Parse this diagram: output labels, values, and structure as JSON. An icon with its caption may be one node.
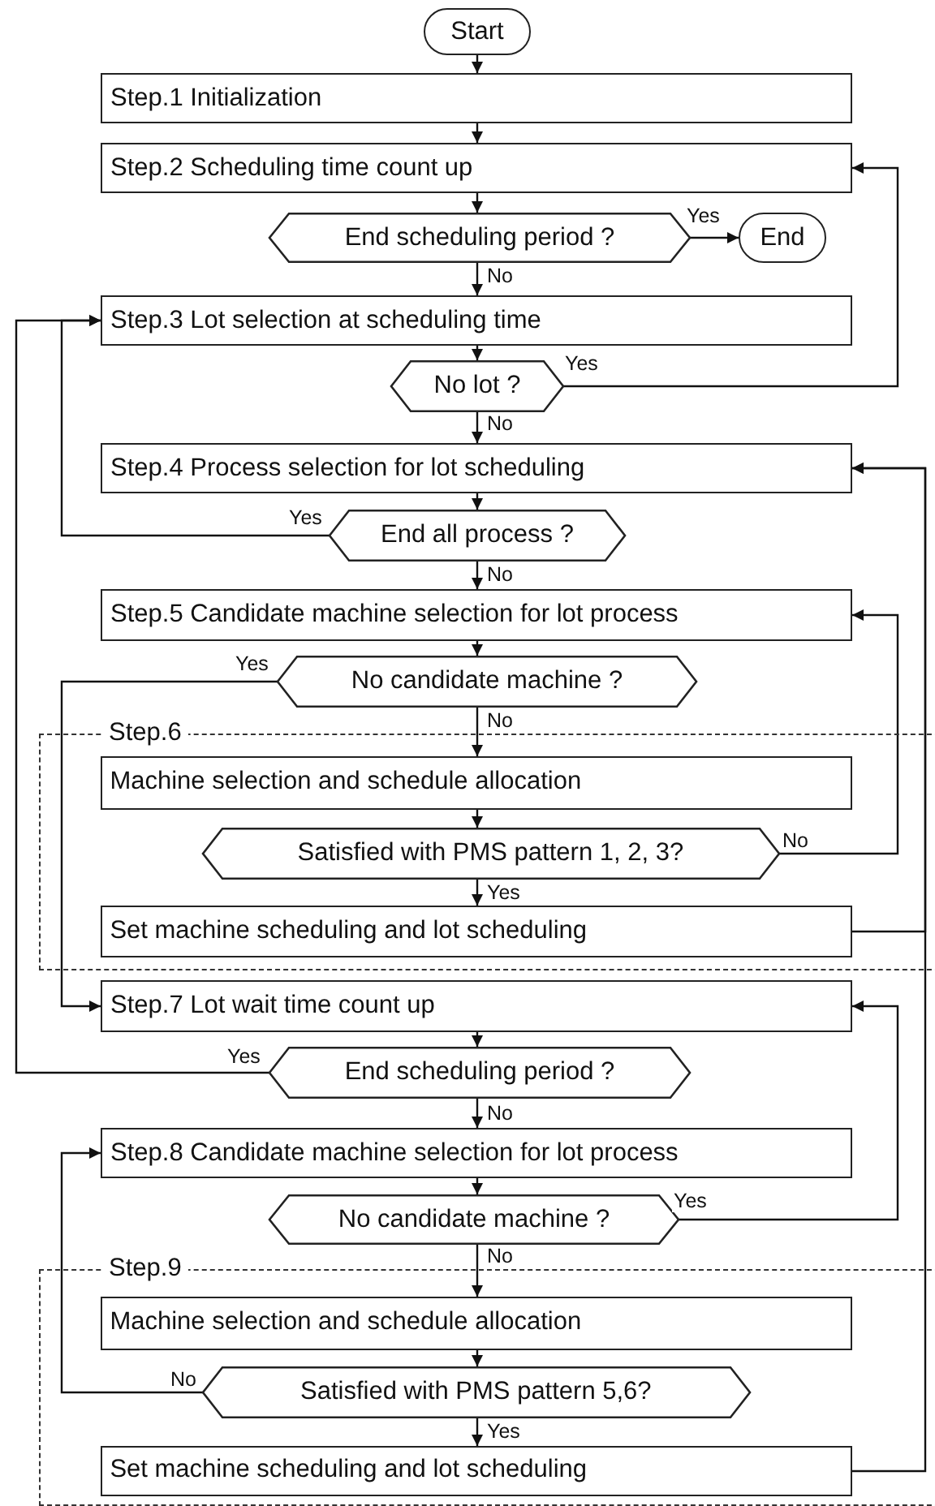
{
  "diagram": {
    "nodes": [
      {
        "text": [
          "Start"
        ]
      },
      {
        "text": [
          "Step.1 Initialization"
        ]
      },
      {
        "text": [
          "Step.2 Scheduling time count up"
        ]
      },
      {
        "text": [
          "End scheduling period ?"
        ]
      },
      {
        "text": [
          "End"
        ]
      },
      {
        "text": [
          "Step.3 Lot selection at scheduling time"
        ]
      },
      {
        "text": [
          "No lot ?"
        ]
      },
      {
        "text": [
          "Step.4 Process selection for lot scheduling"
        ]
      },
      {
        "text": [
          "End all process ?"
        ]
      },
      {
        "text": [
          "Step.5 Candidate machine selection for lot process"
        ]
      },
      {
        "text": [
          "No candidate machine ?"
        ]
      },
      {
        "text": [
          "Step.6"
        ]
      },
      {
        "text": [
          "Machine selection and schedule allocation"
        ],
        "in": 11
      },
      {
        "text": [
          "Satisfied with PMS pattern 1, 2, 3?"
        ],
        "in": 11
      },
      {
        "text": [
          "Set machine scheduling and lot scheduling"
        ],
        "in": 11
      },
      {
        "text": [
          "Step.7 Lot wait time count up"
        ]
      },
      {
        "text": [
          "End scheduling period ?"
        ]
      },
      {
        "text": [
          "Step.8 Candidate machine selection for lot process"
        ]
      },
      {
        "text": [
          "No candidate machine ?"
        ]
      },
      {
        "text": [
          "Step.9"
        ]
      },
      {
        "text": [
          "Machine selection and schedule allocation"
        ],
        "in": 19
      },
      {
        "text": [
          "Satisfied with PMS pattern 5,6?"
        ],
        "in": 19
      },
      {
        "text": [
          "Set machine scheduling and lot scheduling"
        ],
        "in": 19
      }
    ],
    "edges": [
      {
        "from": 0,
        "to": 1,
        "arrow": "to"
      },
      {
        "from": 1,
        "to": 2,
        "arrow": "to"
      },
      {
        "from": 2,
        "to": 3,
        "arrow": "to"
      },
      {
        "from": 3,
        "to": 4,
        "arrow": "to",
        "label": "Yes"
      },
      {
        "from": 3,
        "to": 5,
        "arrow": "to",
        "label": "No"
      },
      {
        "from": 5,
        "to": 6,
        "arrow": "to"
      },
      {
        "from": 6,
        "to": 2,
        "arrow": "to",
        "label": "Yes"
      },
      {
        "from": 6,
        "to": 7,
        "arrow": "to",
        "label": "No"
      },
      {
        "from": 7,
        "to": 8,
        "arrow": "to"
      },
      {
        "from": 8,
        "to": 5,
        "arrow": "to",
        "label": "Yes"
      },
      {
        "from": 8,
        "to": 9,
        "arrow": "to",
        "label": "No"
      },
      {
        "from": 9,
        "to": 10,
        "arrow": "to"
      },
      {
        "from": 10,
        "to": 15,
        "arrow": "to",
        "label": "Yes"
      },
      {
        "from": 10,
        "to": 12,
        "arrow": "to",
        "label": "No"
      },
      {
        "from": 12,
        "to": 13,
        "arrow": "to"
      },
      {
        "from": 13,
        "to": 9,
        "arrow": "to",
        "label": "No"
      },
      {
        "from": 13,
        "to": 14,
        "arrow": "to",
        "label": "Yes"
      },
      {
        "from": 14,
        "to": 7,
        "arrow": "to"
      },
      {
        "from": 15,
        "to": 16,
        "arrow": "to"
      },
      {
        "from": 16,
        "to": 5,
        "arrow": "to",
        "label": "Yes"
      },
      {
        "from": 16,
        "to": 17,
        "arrow": "to",
        "label": "No"
      },
      {
        "from": 17,
        "to": 18,
        "arrow": "to"
      },
      {
        "from": 18,
        "to": 15,
        "arrow": "to",
        "label": "Yes"
      },
      {
        "from": 18,
        "to": 20,
        "arrow": "to",
        "label": "No"
      },
      {
        "from": 20,
        "to": 21,
        "arrow": "to"
      },
      {
        "from": 21,
        "to": 17,
        "arrow": "to",
        "label": "No"
      },
      {
        "from": 21,
        "to": 22,
        "arrow": "to",
        "label": "Yes"
      },
      {
        "from": 22,
        "to": 7,
        "arrow": "to"
      }
    ]
  }
}
